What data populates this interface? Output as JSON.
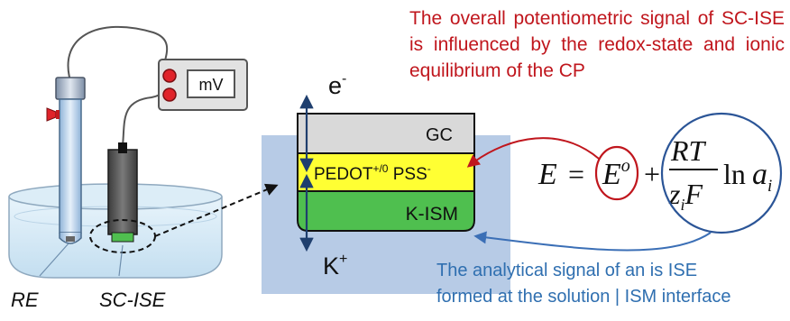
{
  "labels": {
    "meter": "mV",
    "electron": "e",
    "electron_sup": "-",
    "cation": "K",
    "cation_sup": "+",
    "reference_electrode": "RE",
    "sc_ise": "SC-ISE"
  },
  "layers": {
    "gc": "GC",
    "pedot_main": "PEDOT",
    "pedot_sup": "+/0",
    "pss": " PSS",
    "pss_sup": "-",
    "ism": "K-ISM"
  },
  "equation": {
    "lhs": "E",
    "equals": "=",
    "e0_base": "E",
    "e0_sup": "o",
    "plus": "+",
    "numerator": "RT",
    "denominator_z": "z",
    "denominator_i": "i",
    "denominator_f": "F",
    "ln": "ln",
    "activity": "a",
    "activity_sub": "i"
  },
  "annotations": {
    "top": "The overall potentiometric signal of SC-ISE is influenced by the redox-state and ionic equilibrium of the CP",
    "bottom_line1": "The analytical signal of an is ISE",
    "bottom_line2": "formed at the solution | ISM interface"
  },
  "colors": {
    "annotation_top": "#c0161d",
    "annotation_bottom": "#2f6fb0",
    "gc_layer": "#d9d9d9",
    "pedot_layer": "#ffff33",
    "ism_layer": "#4fbf4f",
    "zoom_panel": "#b7cbe6",
    "arrow": "#1f3f6e",
    "circle": "#2b5597",
    "red_arrow": "#c0161d"
  }
}
